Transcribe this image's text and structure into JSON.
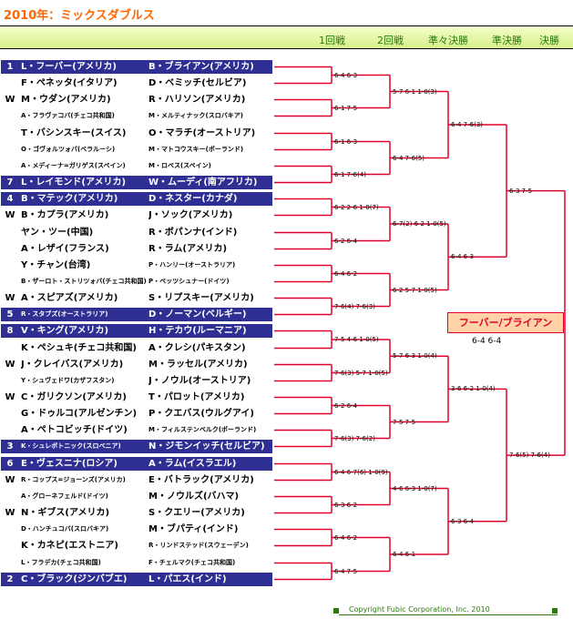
{
  "title": "2010年：ミックスダブルス",
  "rounds": [
    "1回戦",
    "2回戦",
    "準々決勝",
    "準決勝",
    "決勝"
  ],
  "copyright": "Copyright Fubic Corporation, Inc. 2010",
  "champion": "フーバー/ブライアン",
  "final_score": "6-4 6-4",
  "colors": {
    "seed_bg": "#2f2e93",
    "bracket": "#e0002a",
    "title": "#ff6600",
    "footer": "#2a7b0b"
  },
  "pairs": [
    {
      "mark": "1",
      "a": "L・フーバー(アメリカ)",
      "b": "B・ブライアン(アメリカ)",
      "seed": true
    },
    {
      "mark": "",
      "a": "F・ペネッタ(イタリア)",
      "b": "D・ベミッチ(セルビア)"
    },
    {
      "mark": "W",
      "a": "M・ウダン(アメリカ)",
      "b": "R・ハリソン(アメリカ)"
    },
    {
      "mark": "",
      "a": "A・フラヴァコバ(チェコ共和国)",
      "b": "M・メルティナック(スロバキア)",
      "small": true
    },
    {
      "mark": "",
      "a": "T・バシンスキー(スイス)",
      "b": "O・マラチ(オーストリア)"
    },
    {
      "mark": "",
      "a": "O・ゴヴォルツォバ(ベラルーシ)",
      "b": "M・マトコウスキー(ポーランド)",
      "small": true
    },
    {
      "mark": "",
      "a": "A・メディーナ=ガリゲス(スペイン)",
      "b": "M・ロペス(スペイン)",
      "small": true
    },
    {
      "mark": "7",
      "a": "L・レイモンド(アメリカ)",
      "b": "W・ムーディ(南アフリカ)",
      "seed": true
    },
    {
      "mark": "4",
      "a": "B・マテック(アメリカ)",
      "b": "D・ネスター(カナダ)",
      "seed": true
    },
    {
      "mark": "W",
      "a": "B・カプラ(アメリカ)",
      "b": "J・ソック(アメリカ)"
    },
    {
      "mark": "",
      "a": "ヤン・ツー(中国)",
      "b": "R・ボパンナ(インド)"
    },
    {
      "mark": "",
      "a": "A・レザイ(フランス)",
      "b": "R・ラム(アメリカ)"
    },
    {
      "mark": "",
      "a": "Y・チャン(台湾)",
      "b": "P・ハンリー(オーストラリア)",
      "smallb": true
    },
    {
      "mark": "",
      "a": "B・ザーロト・ストリツォバ(チェコ共和国)",
      "b": "P・ペッツシュナー(ドイツ)",
      "small": true
    },
    {
      "mark": "W",
      "a": "A・スピアズ(アメリカ)",
      "b": "S・リプスキー(アメリカ)"
    },
    {
      "mark": "5",
      "a": "R・スタブズ(オーストラリア)",
      "b": "D・ノーマン(ベルギー)",
      "seed": true,
      "smalla": true
    },
    {
      "mark": "8",
      "a": "V・キング(アメリカ)",
      "b": "H・テカウ(ルーマニア)",
      "seed": true
    },
    {
      "mark": "",
      "a": "K・ペシュキ(チェコ共和国)",
      "b": "A・クレシ(パキスタン)"
    },
    {
      "mark": "W",
      "a": "J・クレイバス(アメリカ)",
      "b": "M・ラッセル(アメリカ)"
    },
    {
      "mark": "",
      "a": "Y・シュヴェドワ(カザフスタン)",
      "b": "J・ノウル(オーストリア)",
      "smalla": true
    },
    {
      "mark": "W",
      "a": "C・ガリクソン(アメリカ)",
      "b": "T・パロット(アメリカ)"
    },
    {
      "mark": "",
      "a": "G・ドゥルコ(アルゼンチン)",
      "b": "P・クエバス(ウルグアイ)"
    },
    {
      "mark": "",
      "a": "A・ペトコビッチ(ドイツ)",
      "b": "M・フィルステンベルク(ポーランド)",
      "smallb": true
    },
    {
      "mark": "3",
      "a": "K・シュレボトニック(スロベニア)",
      "b": "N・ジモンイッチ(セルビア)",
      "seed": true,
      "smalla": true
    },
    {
      "mark": "6",
      "a": "E・ヴェスニナ(ロシア)",
      "b": "A・ラム(イスラエル)",
      "seed": true
    },
    {
      "mark": "W",
      "a": "R・コップス=ジョーンズ(アメリカ)",
      "b": "E・バトラック(アメリカ)",
      "smalla": true
    },
    {
      "mark": "",
      "a": "A・グローネフェルド(ドイツ)",
      "b": "M・ノウルズ(バハマ)",
      "smalla": true
    },
    {
      "mark": "W",
      "a": "N・ギブス(アメリカ)",
      "b": "S・クエリー(アメリカ)"
    },
    {
      "mark": "",
      "a": "D・ハンチュコバ(スロバキア)",
      "b": "M・ブパティ(インド)",
      "smalla": true
    },
    {
      "mark": "",
      "a": "K・カネピ(エストニア)",
      "b": "R・リンドステッド(スウェーデン)",
      "smallb": true
    },
    {
      "mark": "",
      "a": "L・フラデカ(チェコ共和国)",
      "b": "F・チェルマク(チェコ共和国)",
      "smalla": true,
      "smallb": true
    },
    {
      "mark": "2",
      "a": "C・ブラック(ジンバブエ)",
      "b": "L・パエス(インド)",
      "seed": true
    }
  ],
  "r1_scores": [
    "6-4 6-3",
    "6-1 7-5",
    "6-1 6-3",
    "6-1 7-6(4)",
    "6-2 2-6 1-0(7)",
    "6-2 6-4",
    "6-4 6-2",
    "7-6(4) 7-6(3)",
    "7-5 4-6 1-0(5)",
    "7-6(3) 5-7 1-0(5)",
    "6-2 6-4",
    "7-6(3) 7-6(2)",
    "6-4 6-7(6) 1-0(9)",
    "6-3 6-2",
    "6-4 6-2",
    "6-4 7-5"
  ],
  "r2_scores": [
    "5-7 6-1 1-0(3)",
    "6-4 7-6(5)",
    "6-7(2) 6-2 1-0(5)",
    "6-2 5-7 1-0(5)",
    "5-7 6-3 1-0(4)",
    "7-5 7-5",
    "4-6 6-3 1-0(7)",
    "6-4 6-1"
  ],
  "qf_scores": [
    "6-4 7-6(3)",
    "6-4 6-3",
    "3-6 6-2 1-0(4)",
    "6-3 6-4"
  ],
  "sf_scores": [
    "6-3 7-5",
    "7-6(5) 7-6(4)"
  ]
}
